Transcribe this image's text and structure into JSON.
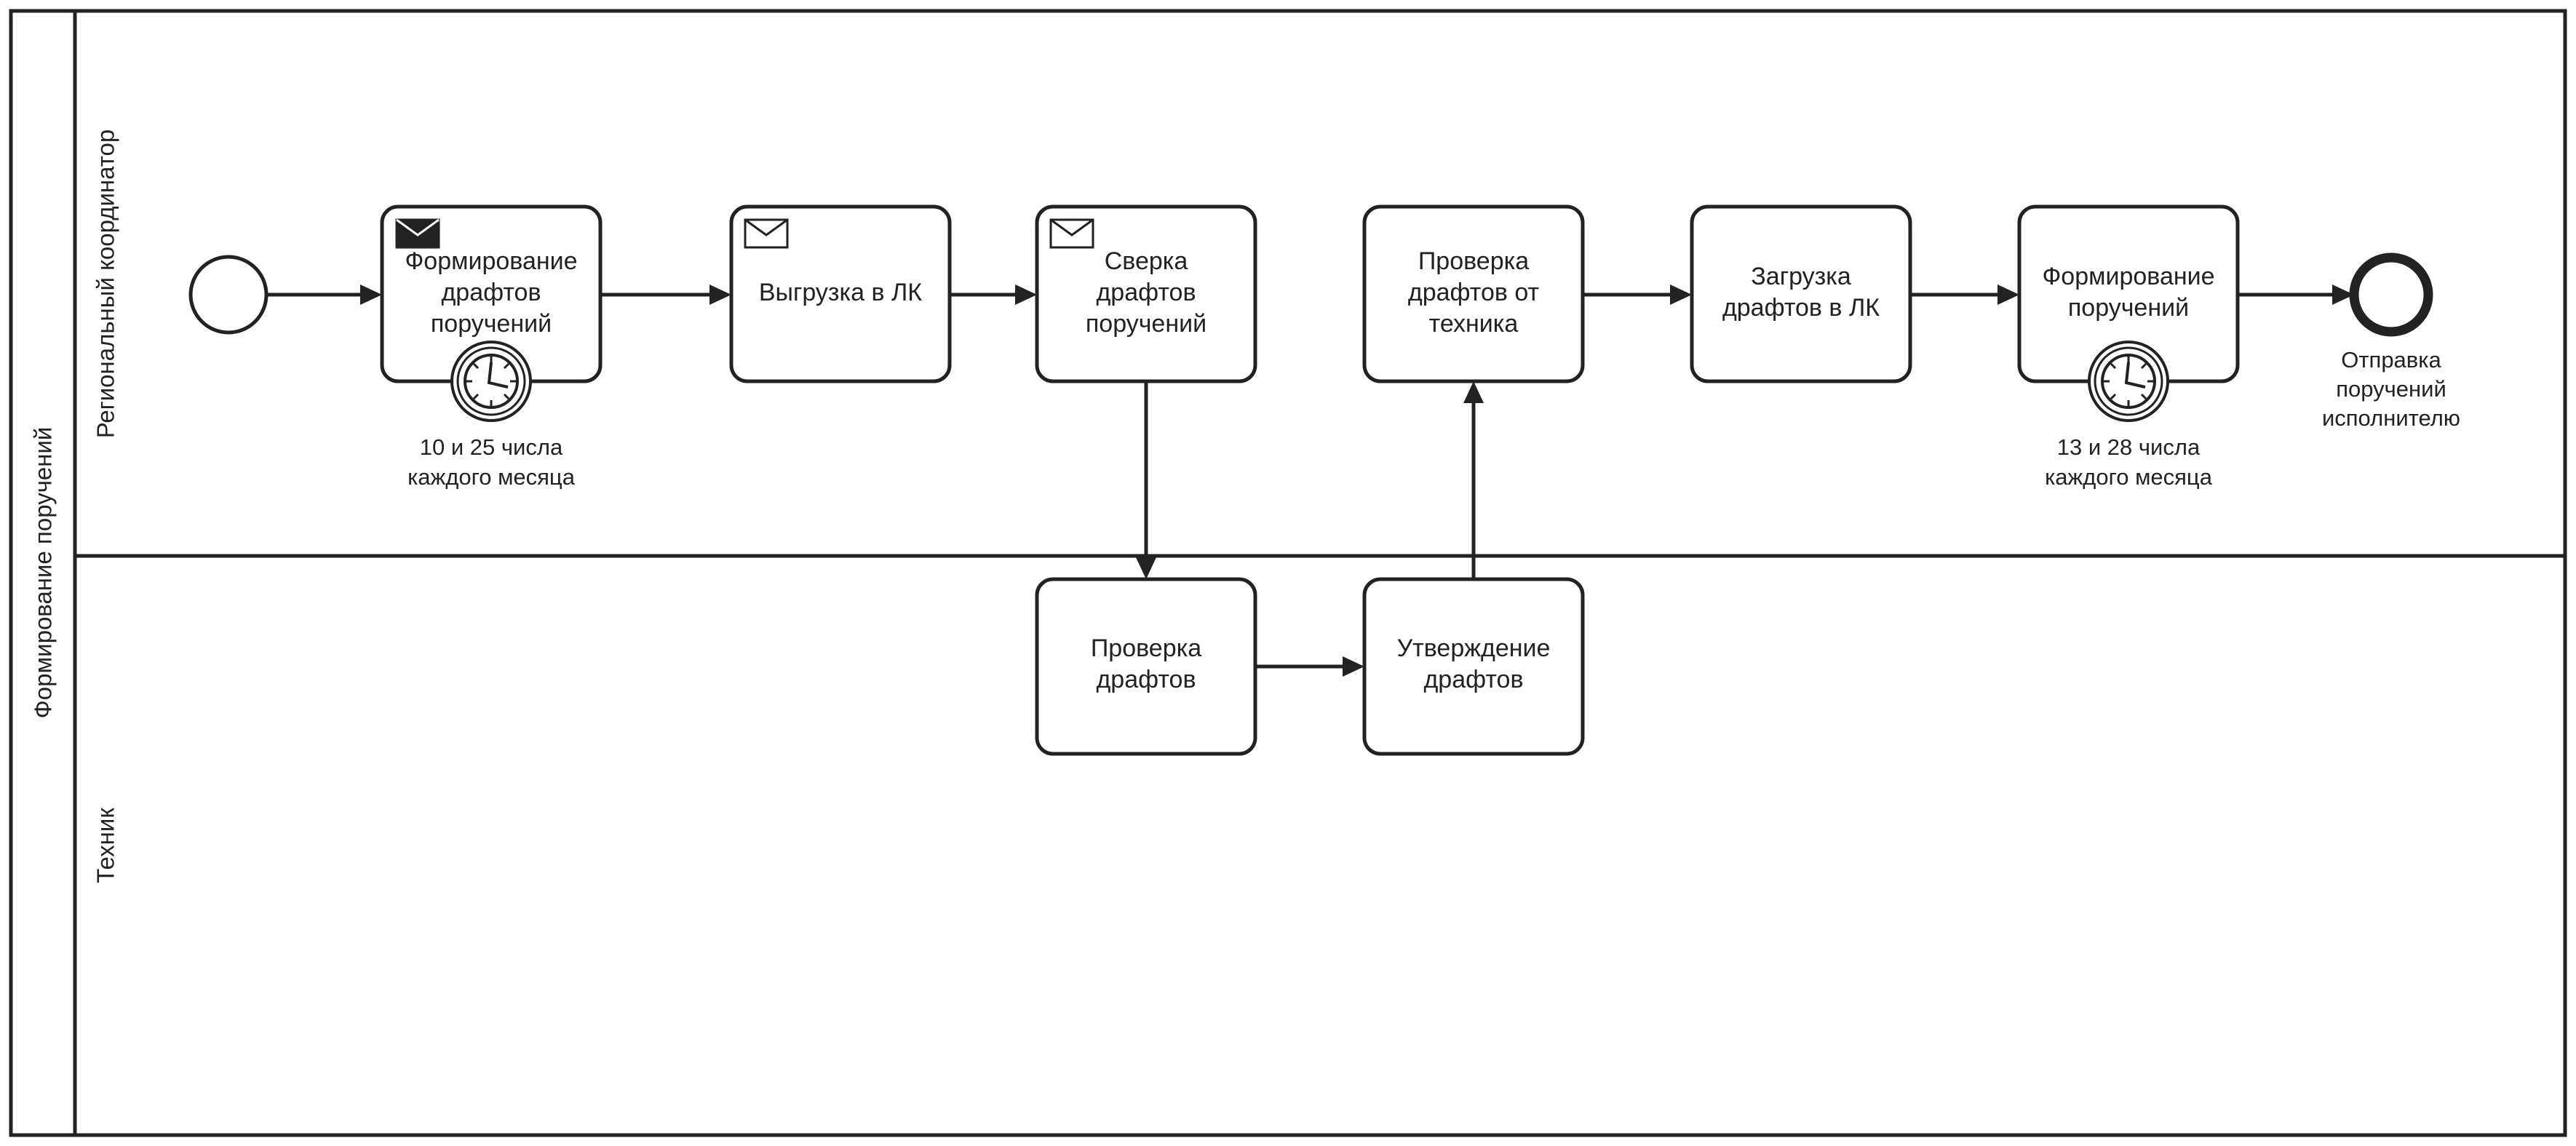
{
  "pool": {
    "label": "Формирование поручений"
  },
  "lanes": [
    {
      "id": "coordinator",
      "label": "Региональный координатор"
    },
    {
      "id": "technician",
      "label": "Техник"
    }
  ],
  "start_event": {
    "id": "start"
  },
  "end_event": {
    "id": "end",
    "label_lines": [
      "Отправка",
      "поручений",
      "исполнителю"
    ]
  },
  "tasks": [
    {
      "id": "t1",
      "lane": "coordinator",
      "lines": [
        "Формирование",
        "драфтов",
        "поручений"
      ],
      "marker": "message-send-icon",
      "boundary": "timer-icon",
      "note_lines": [
        "10 и 25 числа",
        "каждого месяца"
      ]
    },
    {
      "id": "t2",
      "lane": "coordinator",
      "lines": [
        "Выгрузка в ЛК"
      ],
      "marker": "message-receive-icon"
    },
    {
      "id": "t3",
      "lane": "coordinator",
      "lines": [
        "Сверка",
        "драфтов",
        "поручений"
      ],
      "marker": "message-receive-icon"
    },
    {
      "id": "t4",
      "lane": "coordinator",
      "lines": [
        "Проверка",
        "драфтов от",
        "техника"
      ]
    },
    {
      "id": "t5",
      "lane": "coordinator",
      "lines": [
        "Загрузка",
        "драфтов в ЛК"
      ]
    },
    {
      "id": "t6",
      "lane": "coordinator",
      "lines": [
        "Формирование",
        "поручений"
      ],
      "boundary": "timer-icon",
      "note_lines": [
        "13 и 28 числа",
        "каждого месяца"
      ]
    },
    {
      "id": "t7",
      "lane": "technician",
      "lines": [
        "Проверка",
        "драфтов"
      ]
    },
    {
      "id": "t8",
      "lane": "technician",
      "lines": [
        "Утверждение",
        "драфтов"
      ]
    }
  ],
  "flows": [
    {
      "from": "start",
      "to": "t1"
    },
    {
      "from": "t1",
      "to": "t2"
    },
    {
      "from": "t2",
      "to": "t3"
    },
    {
      "from": "t3",
      "to": "t7"
    },
    {
      "from": "t7",
      "to": "t8"
    },
    {
      "from": "t8",
      "to": "t4"
    },
    {
      "from": "t4",
      "to": "t5"
    },
    {
      "from": "t5",
      "to": "t6"
    },
    {
      "from": "t6",
      "to": "end"
    }
  ],
  "colors": {
    "stroke": "#222222",
    "background": "#ffffff",
    "marker_fill": "#222222"
  }
}
